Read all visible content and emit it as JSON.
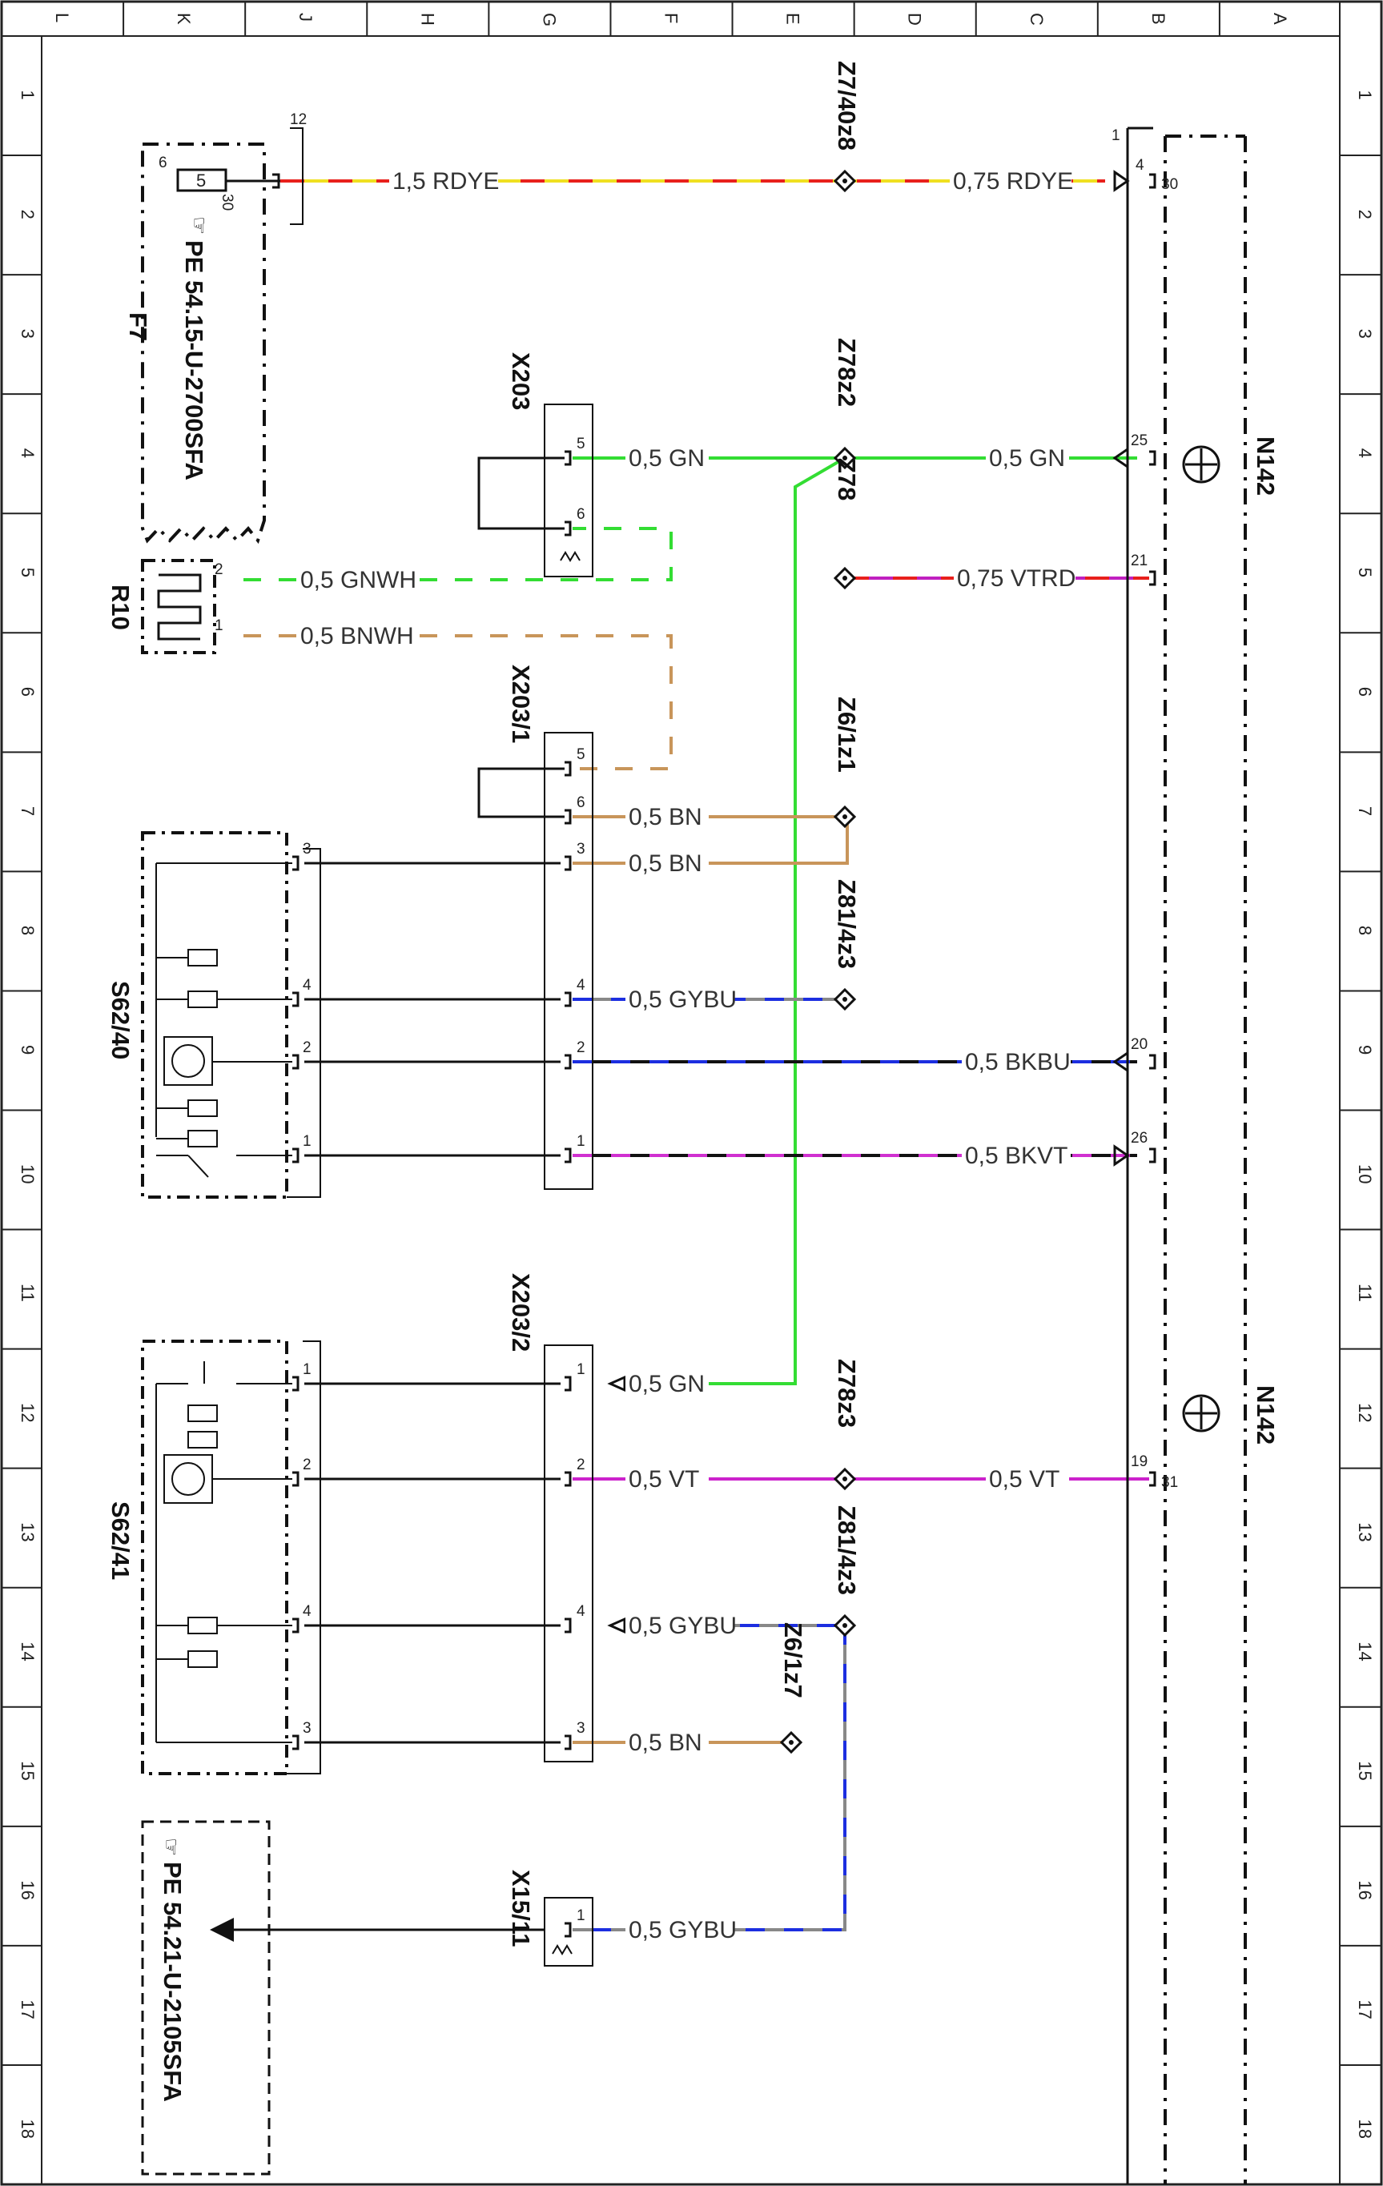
{
  "frame": {
    "columns": [
      "L",
      "K",
      "J",
      "H",
      "G",
      "F",
      "E",
      "D",
      "C",
      "B",
      "A"
    ],
    "rows": [
      "1",
      "2",
      "3",
      "4",
      "5",
      "6",
      "7",
      "8",
      "9",
      "10",
      "11",
      "12",
      "13",
      "14",
      "15",
      "16",
      "17",
      "18"
    ]
  },
  "components": {
    "F7": {
      "label": "F7",
      "ref": "PE 54.15-U-2700SFA",
      "fuse_value": "5",
      "pin_in": "6",
      "pin_out": "30",
      "conn_pin": "12"
    },
    "R10": {
      "label": "R10",
      "pin2": "2",
      "pin1": "1"
    },
    "X203": {
      "label": "X203",
      "pins": [
        "5",
        "6"
      ]
    },
    "X203_1": {
      "label": "X203/1",
      "pins": [
        "5",
        "6",
        "3",
        "4",
        "2",
        "1"
      ]
    },
    "X203_2": {
      "label": "X203/2",
      "pins": [
        "1",
        "2",
        "4",
        "3"
      ]
    },
    "S62_40": {
      "label": "S62/40",
      "pins": [
        "3",
        "4",
        "2",
        "1"
      ]
    },
    "S62_41": {
      "label": "S62/41",
      "pins": [
        "1",
        "2",
        "4",
        "3"
      ]
    },
    "X15_11": {
      "label": "X15/11",
      "pin": "1"
    },
    "N142": {
      "label": "N142",
      "label2": "N142",
      "block_pin": "1",
      "pins": [
        "4",
        "30",
        "25",
        "21",
        "20",
        "26",
        "19",
        "31"
      ]
    },
    "PE_ref": {
      "text": "PE 54.21-U-2105SFA"
    }
  },
  "splices": [
    "Z7/40z8",
    "Z78z2",
    "Z78",
    "Z6/1z1",
    "Z81/4z3",
    "Z78z3",
    "Z81/4z3",
    "Z6/1z7"
  ],
  "wires": [
    "1,5 RDYE",
    "0,75 RDYE",
    "0,5 GN",
    "0,5 GN",
    "0,75 VTRD",
    "0,5 GNWH",
    "0,5 BNWH",
    "0,5 BN",
    "0,5 BN",
    "0,5 GYBU",
    "0,5 BKBU",
    "0,5 BKVT",
    "0,5 GN",
    "0,5 VT",
    "0,5 VT",
    "0,5 GYBU",
    "0,5 BN",
    "0,5 GYBU"
  ],
  "colors": {
    "RDYE": [
      "#e8201c",
      "#f0e020"
    ],
    "GN": "#33dd33",
    "VTRD": [
      "#c020c0",
      "#e8201c"
    ],
    "GNWH": [
      "#33dd33",
      "#ffffff"
    ],
    "BNWH": [
      "#c8955a",
      "#ffffff"
    ],
    "BN": "#c8955a",
    "GYBU": [
      "#888888",
      "#1c2ee0"
    ],
    "BKBU": [
      "#111111",
      "#1c2ee0"
    ],
    "BKVT": [
      "#111111",
      "#d030d0"
    ],
    "VT": "#cc22cc"
  }
}
